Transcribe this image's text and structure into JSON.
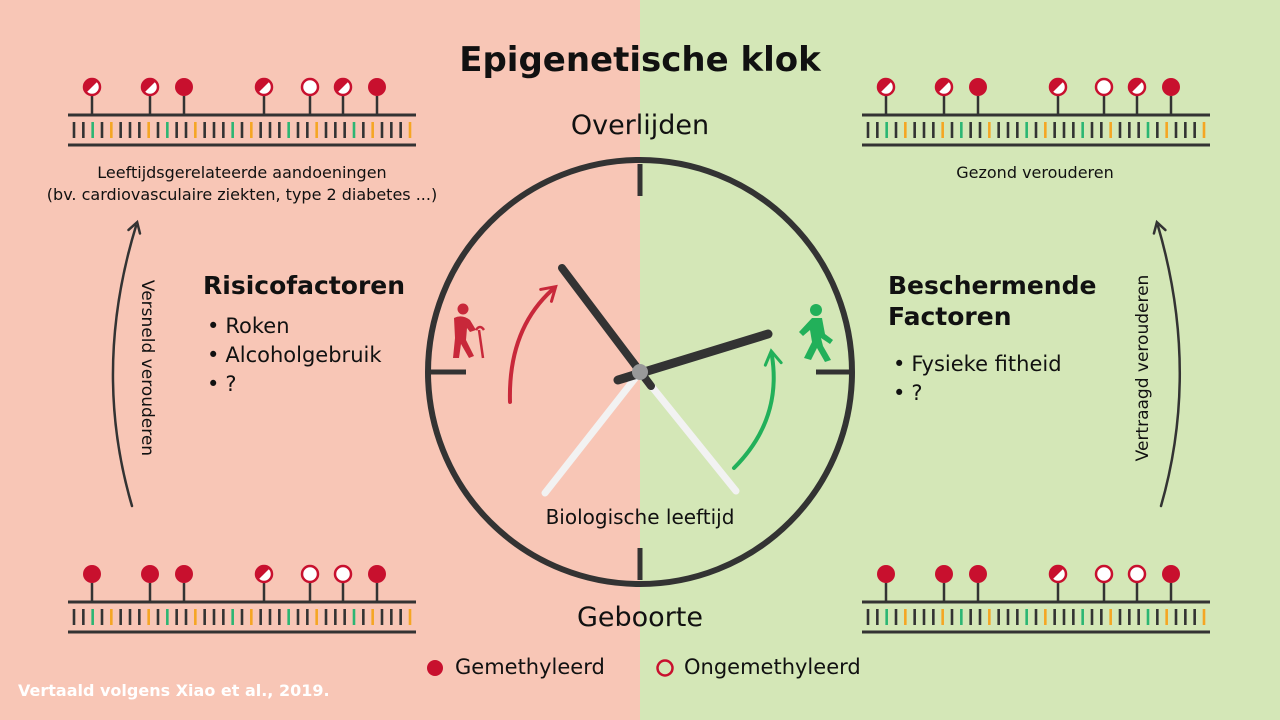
{
  "title": "Epigenetische klok",
  "clock": {
    "top_label": "Overlijden",
    "bottom_label": "Geboorte",
    "center_label": "Biologische leeftijd"
  },
  "left": {
    "caption_line1": "Leeftijdsgerelateerde aandoeningen",
    "caption_line2": "(bv. cardiovasculaire ziekten, type 2 diabetes ...)",
    "heading": "Risicofactoren",
    "items": [
      "Roken",
      "Alcoholgebruik",
      "?"
    ],
    "arrow_label": "Versneld verouderen",
    "top_strand_states": [
      "half",
      "half",
      "full",
      "half",
      "empty",
      "half",
      "full"
    ],
    "bottom_strand_states": [
      "full",
      "full",
      "full",
      "half",
      "empty",
      "empty",
      "full"
    ]
  },
  "right": {
    "caption": "Gezond verouderen",
    "heading_line1": "Beschermende",
    "heading_line2": "Factoren",
    "items": [
      "Fysieke fitheid",
      "?"
    ],
    "arrow_label": "Vertraagd verouderen",
    "top_strand_states": [
      "half",
      "half",
      "full",
      "half",
      "empty",
      "half",
      "full"
    ],
    "bottom_strand_states": [
      "full",
      "full",
      "full",
      "half",
      "empty",
      "empty",
      "full"
    ]
  },
  "legend": {
    "methylated": "Gemethyleerd",
    "unmethylated": "Ongemethyleerd"
  },
  "source": "Vertaald volgens Xiao et al., 2019.",
  "colors": {
    "left_bg": "#f8c6b6",
    "right_bg": "#d4e7b7",
    "methyl_red": "#c8102e",
    "risk_red": "#c8283a",
    "protect_green": "#22b05a",
    "dark": "#333333",
    "base_orange": "#f5a623",
    "base_green": "#2bb673"
  },
  "icons": {
    "elderly": "elderly-person-icon",
    "walking": "walking-person-icon"
  }
}
